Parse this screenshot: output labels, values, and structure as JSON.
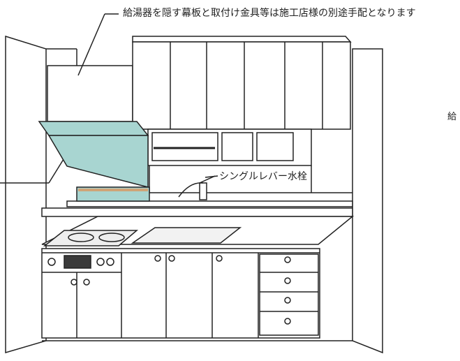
{
  "labels": {
    "top_note": "給湯器を隠す幕板と取付け金具等は施工店様の別途手配となります",
    "faucet": "シングルレバー水栓",
    "right_edge": "給"
  },
  "colors": {
    "hood": "#a8d5d1",
    "line": "#222222",
    "wall": "#ffffff",
    "stove": "#3a3a3a"
  }
}
